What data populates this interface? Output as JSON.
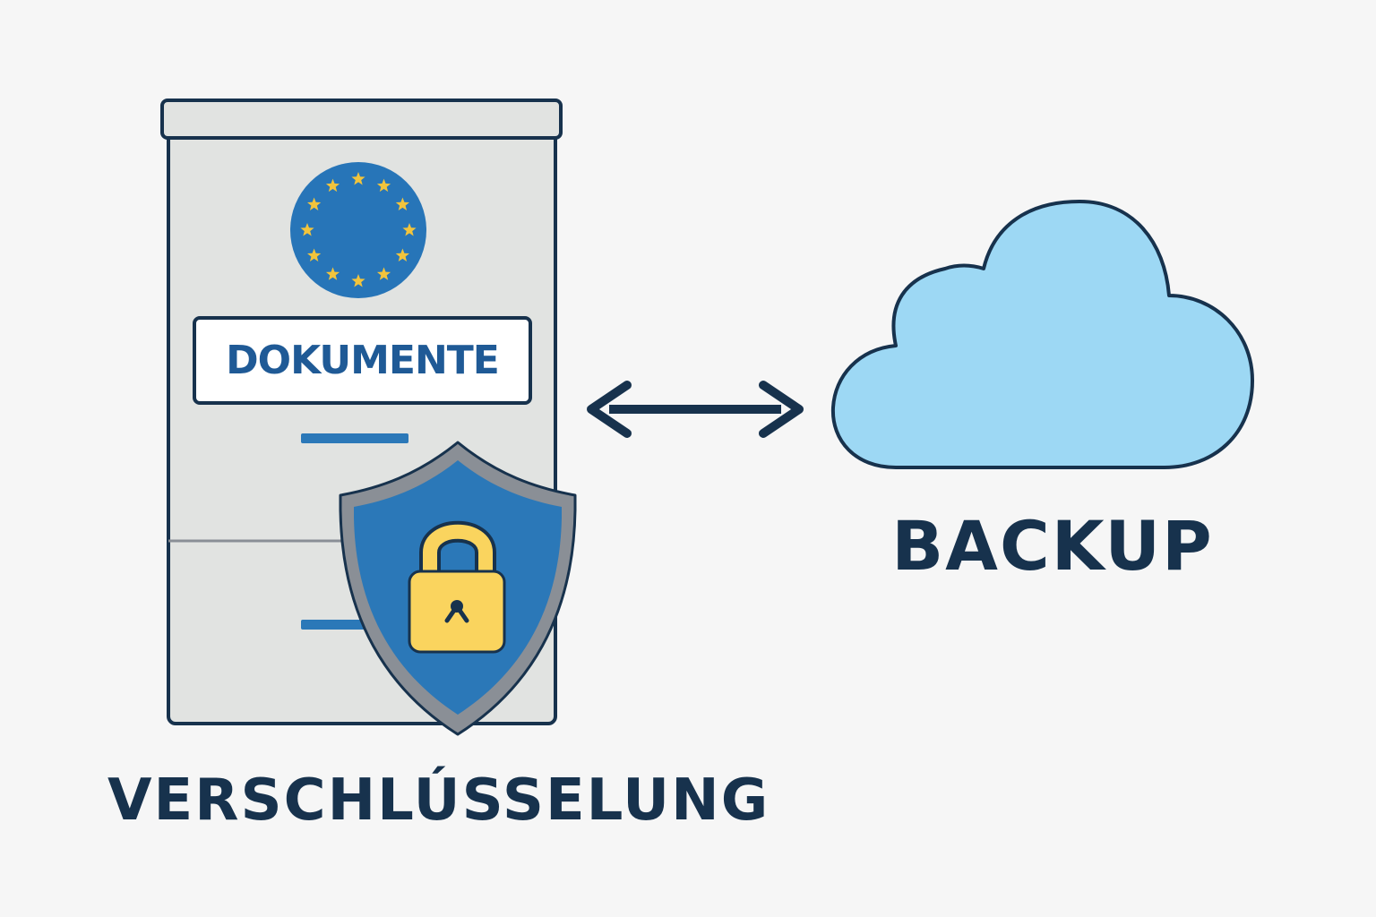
{
  "document_label": "DOKUMENTE",
  "cloud_label": "BACKUP",
  "security_label": "VERSCHLÚSSELUNG",
  "colors": {
    "background": "#f6f6f6",
    "cabinet": "#e1e3e1",
    "cabinet_outline": "#17324d",
    "eu_blue": "#2775b8",
    "eu_star": "#f2c43c",
    "document_text": "#1f5a96",
    "shield_blue": "#2b78b8",
    "shield_rim": "#8a8f96",
    "lock": "#fad45e",
    "cloud": "#9dd8f4",
    "arrow": "#17324d",
    "label_text": "#17324d"
  }
}
